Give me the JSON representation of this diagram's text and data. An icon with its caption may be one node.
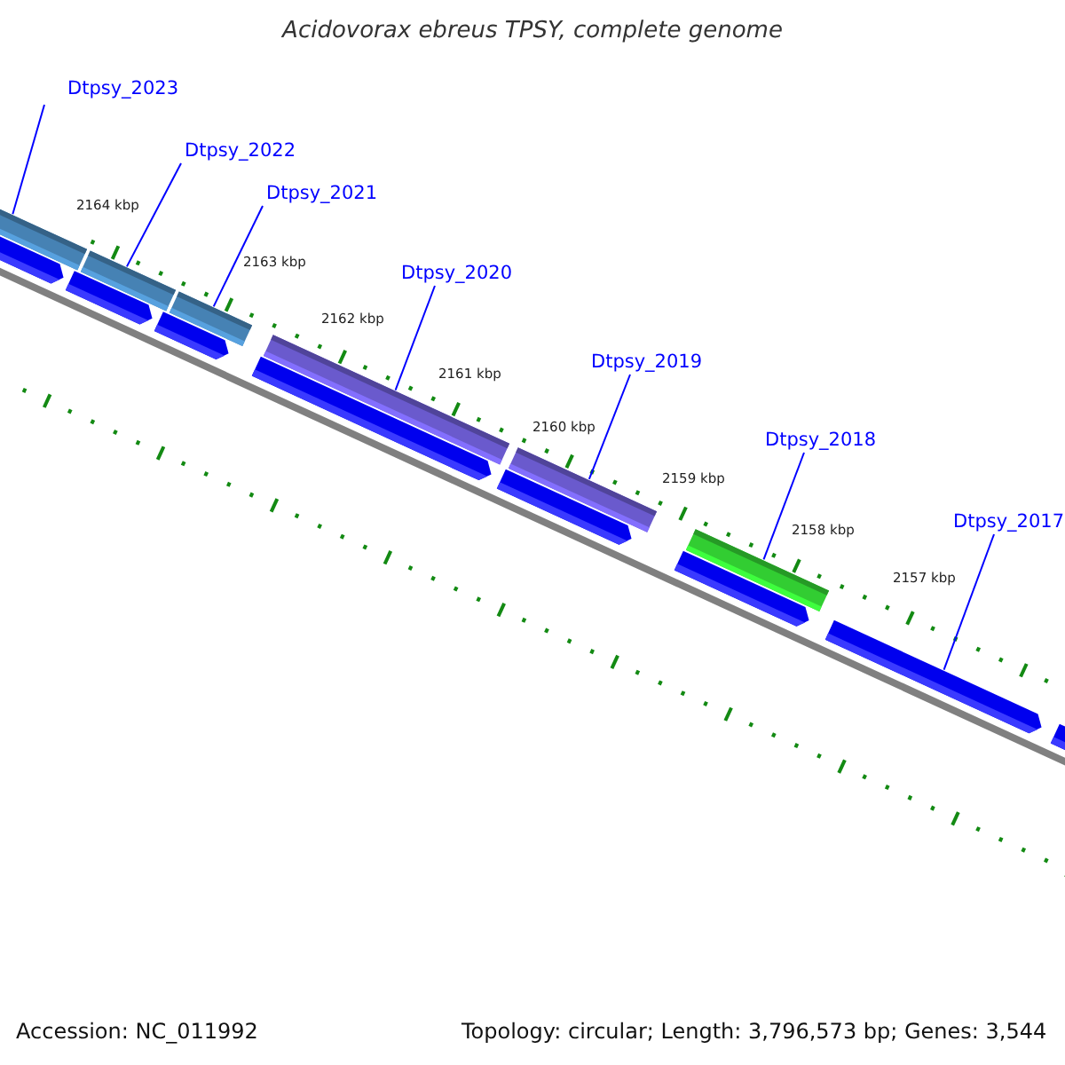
{
  "diagram": {
    "title": "Acidovorax ebreus TPSY, complete genome",
    "nodes": [
      {
        "text": [
          "Dtpsy_2023"
        ]
      },
      {
        "text": [
          "Dtpsy_2022"
        ]
      },
      {
        "text": [
          "Dtpsy_2021"
        ]
      },
      {
        "text": [
          "Dtpsy_2020"
        ]
      },
      {
        "text": [
          "Dtpsy_2019"
        ]
      },
      {
        "text": [
          "Dtpsy_2018"
        ]
      },
      {
        "text": [
          "Dtpsy_2017"
        ]
      },
      {
        "text": [],
        "shape": "bar"
      },
      {
        "text": [],
        "shape": "bar"
      },
      {
        "text": [],
        "shape": "bar"
      },
      {
        "text": [],
        "shape": "bar"
      },
      {
        "text": [],
        "shape": "bar"
      },
      {
        "text": [],
        "shape": "bar"
      },
      {
        "text": [],
        "shape": "arrow"
      }
    ],
    "edges": [
      {
        "from": 0,
        "to": 7,
        "arrow": "none"
      },
      {
        "from": 1,
        "to": 8,
        "arrow": "none"
      },
      {
        "from": 2,
        "to": 9,
        "arrow": "none"
      },
      {
        "from": 3,
        "to": 10,
        "arrow": "none"
      },
      {
        "from": 4,
        "to": 11,
        "arrow": "none"
      },
      {
        "from": 5,
        "to": 12,
        "arrow": "none"
      },
      {
        "from": 6,
        "to": 13,
        "arrow": "none"
      }
    ],
    "labels": [
      "2164 kbp",
      "2163 kbp",
      "2162 kbp",
      "2161 kbp",
      "2160 kbp",
      "2159 kbp",
      "2158 kbp",
      "2157 kbp",
      "Accession: NC_011992",
      "Topology: circular; Length: 3,796,573 bp; Genes: 3,544"
    ]
  }
}
